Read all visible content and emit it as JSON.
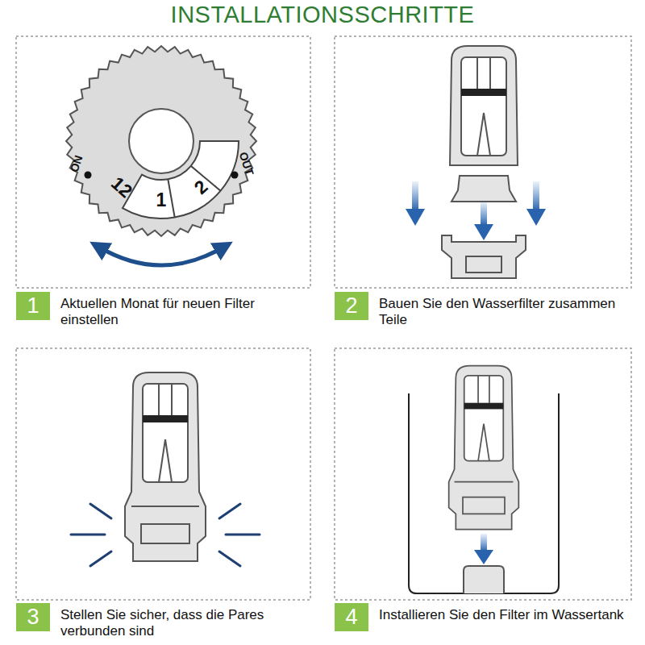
{
  "diagram": {
    "title": "INSTALLATIONSSCHRITTE",
    "nodes": [
      {
        "text": [
          "1"
        ]
      },
      {
        "text": [
          "2"
        ]
      },
      {
        "text": [
          "3"
        ]
      },
      {
        "text": [
          "4"
        ]
      }
    ],
    "labels": [
      "ON",
      "OUT",
      "12",
      "1",
      "2",
      "Aktuellen Monat für neuen Filter einstellen",
      "Bauen Sie den Wasserfilter zusammen Teile",
      "Stellen Sie sicher, dass die Pares verbunden sind",
      "Installieren Sie den Filter im Wassertank"
    ]
  }
}
